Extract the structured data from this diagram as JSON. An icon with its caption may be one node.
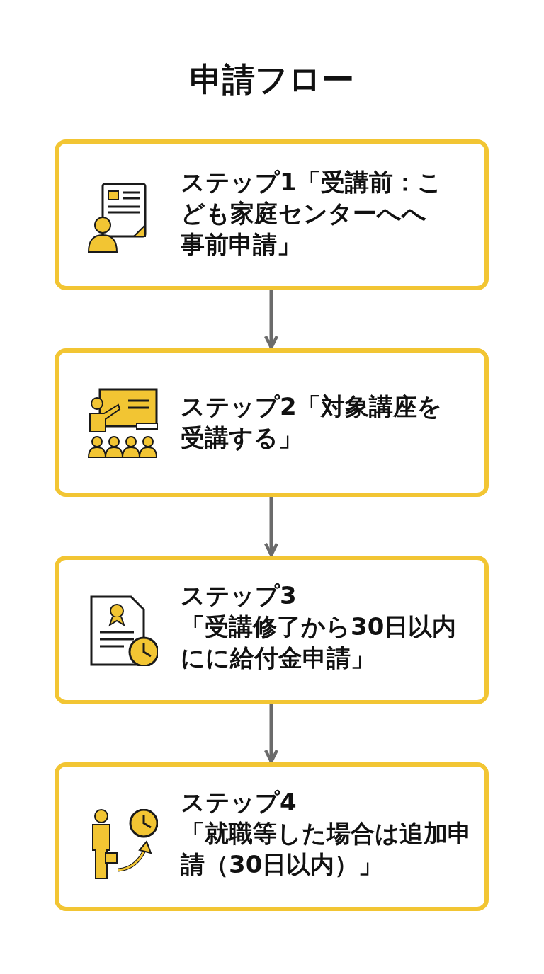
{
  "diagram": {
    "title": "申請フロー",
    "nodes": [
      {
        "text": [
          "ステップ1「受講前：こども家庭センターへへ事前申請」"
        ]
      },
      {
        "text": [
          "ステップ2「対象講座を受講する」"
        ]
      },
      {
        "text": [
          "ステップ3",
          "「受講修了から30日以内にに給付金申請」"
        ]
      },
      {
        "text": [
          "ステップ4",
          "「就職等した場合は追加申請（30日以内）」"
        ]
      }
    ],
    "edges": [
      {
        "from": 0,
        "to": 1,
        "arrow": "to"
      },
      {
        "from": 1,
        "to": 2,
        "arrow": "to"
      },
      {
        "from": 2,
        "to": 3,
        "arrow": "to"
      }
    ]
  }
}
